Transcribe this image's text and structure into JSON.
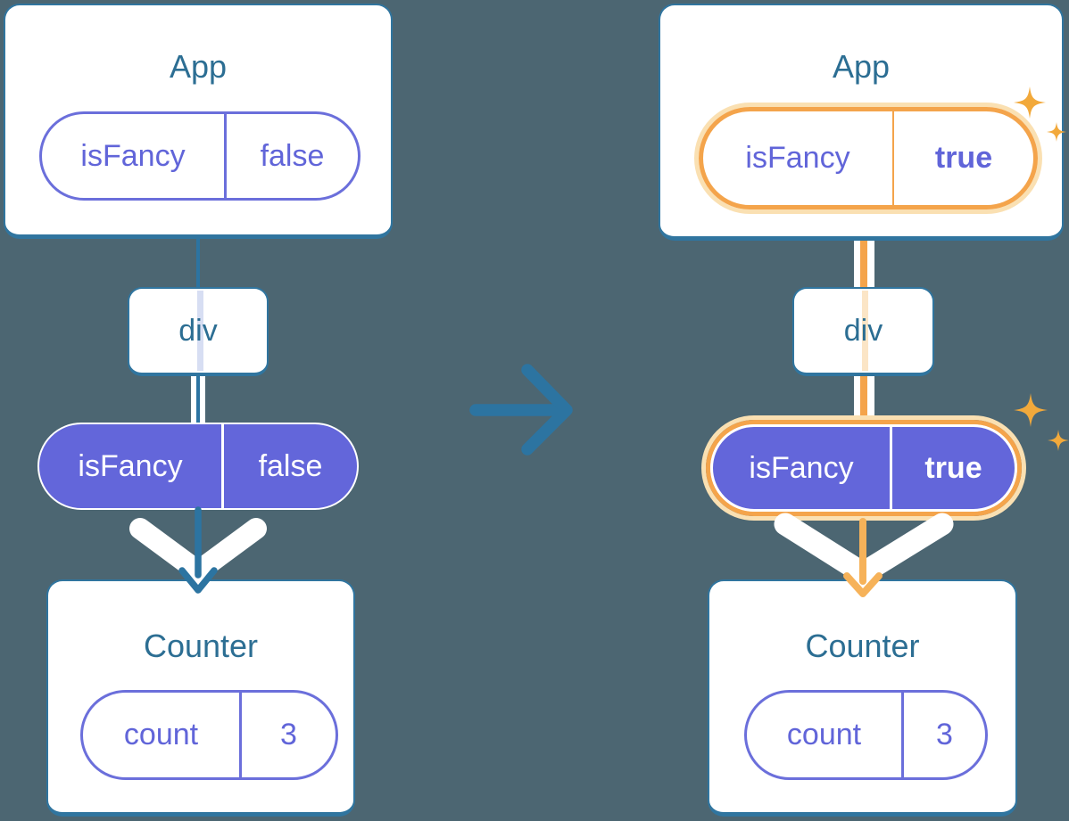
{
  "colors": {
    "bg": "#4C6672",
    "card_bg": "#FFFFFF",
    "card_border": "#30759F",
    "title": "#2C6E93",
    "purple_text": "#6165D9",
    "purple_outline": "#6B6FDB",
    "purple_fill": "#6366DA",
    "blue_line": "#2C74A1",
    "lavender": "#D7DEF3",
    "orange_ring": "#F4A44B",
    "orange_glow": "#FAE0B2",
    "orange_faded": "#FBE5C6",
    "orange_arrow": "#F6B259",
    "sparkle": "#F2A93B"
  },
  "icons": {
    "sparkle_icon": "✦",
    "arrow_right_icon": "→",
    "arrow_down_icon": "↓"
  },
  "left_tree": {
    "app": {
      "title": "App",
      "prop": {
        "key": "isFancy",
        "value": "false"
      }
    },
    "div": {
      "label": "div"
    },
    "prop_pill": {
      "key": "isFancy",
      "value": "false"
    },
    "counter": {
      "title": "Counter",
      "state": {
        "key": "count",
        "value": "3"
      }
    }
  },
  "right_tree": {
    "app": {
      "title": "App",
      "prop": {
        "key": "isFancy",
        "value": "true"
      }
    },
    "div": {
      "label": "div"
    },
    "prop_pill": {
      "key": "isFancy",
      "value": "true"
    },
    "counter": {
      "title": "Counter",
      "state": {
        "key": "count",
        "value": "3"
      }
    }
  }
}
